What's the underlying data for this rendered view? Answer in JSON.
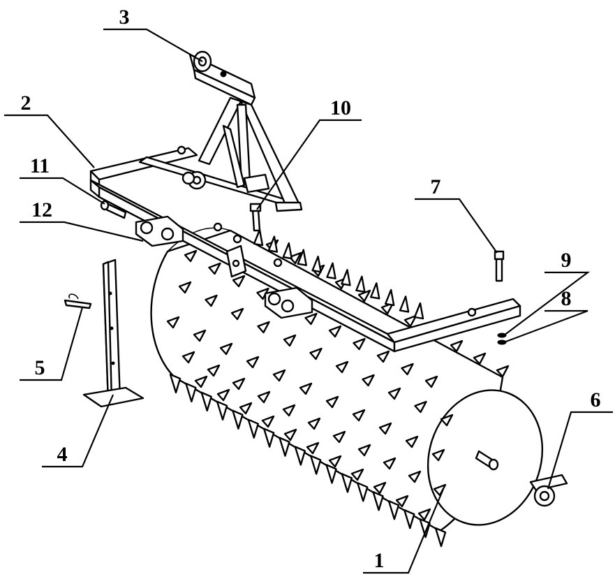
{
  "figure": {
    "background": "#ffffff",
    "ink": "#000000"
  },
  "parts": [
    {
      "id": "roller",
      "label": "1"
    },
    {
      "id": "main-frame",
      "label": "2"
    },
    {
      "id": "hitch-mast",
      "label": "3"
    },
    {
      "id": "support-stand",
      "label": "4"
    },
    {
      "id": "lynch-pin",
      "label": "5"
    },
    {
      "id": "bearing-seat",
      "label": "6"
    },
    {
      "id": "bolt",
      "label": "7"
    },
    {
      "id": "washer",
      "label": "8"
    },
    {
      "id": "nut",
      "label": "9"
    },
    {
      "id": "mast-bolt",
      "label": "10"
    },
    {
      "id": "hitch-pin",
      "label": "11"
    },
    {
      "id": "lower-hitch-bracket",
      "label": "12"
    }
  ]
}
